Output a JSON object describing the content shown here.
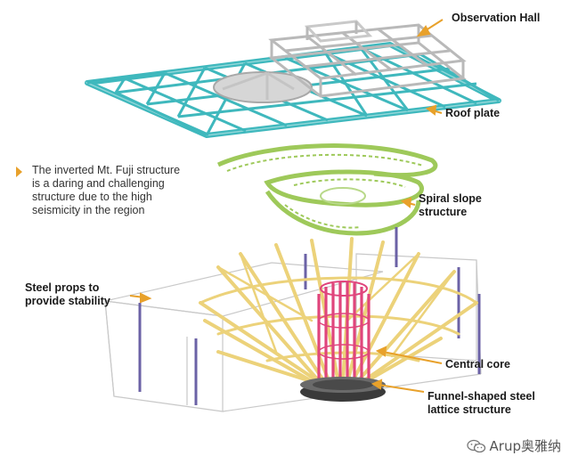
{
  "labels": {
    "observation_hall": "Observation Hall",
    "roof_plate": "Roof plate",
    "spiral_slope_line1": "Spiral slope",
    "spiral_slope_line2": "structure",
    "steel_props_line1": "Steel props to",
    "steel_props_line2": "provide stability",
    "central_core": "Central core",
    "funnel_line1": "Funnel-shaped steel",
    "funnel_line2": "lattice structure"
  },
  "note": {
    "lines": [
      "The inverted Mt. Fuji structure",
      "is a daring and challenging",
      "structure due to the high",
      "seismicity in the region"
    ]
  },
  "watermark": {
    "text": "Arup奥雅纳",
    "icon": "wechat-icon"
  },
  "colors": {
    "roof": "#3fb8bd",
    "hall": "#b9b9b9",
    "spiral": "#9ec95a",
    "funnel": "#ecd27a",
    "core": "#e0457c",
    "props": "#6b62a6",
    "base": "#3a3a3a",
    "callout": "#e8a12b",
    "text": "#1a1a1a"
  }
}
